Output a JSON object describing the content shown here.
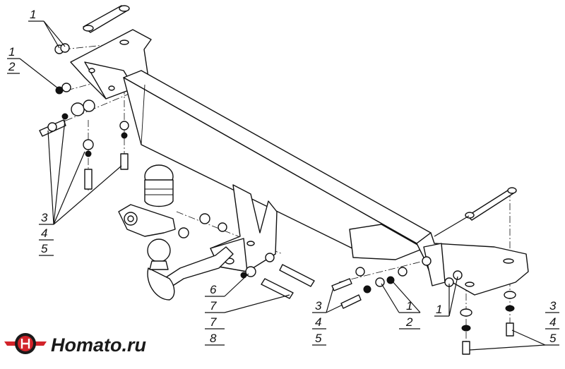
{
  "brand": {
    "name": "Homato.ru",
    "logo_colors": {
      "red": "#d2232a",
      "dark": "#1a1a1a"
    }
  },
  "callouts": {
    "tl_1": "1",
    "tl_1b": "1",
    "tl_2": "2",
    "left_3": "3",
    "left_4": "4",
    "left_5": "5",
    "mid_6": "6",
    "mid_7a": "7",
    "mid_7b": "7",
    "mid_8": "8",
    "rc_3": "3",
    "rc_4": "4",
    "rc_5": "5",
    "rc_1": "1",
    "rc_2": "2",
    "r_1": "1",
    "fr_3": "3",
    "fr_4": "4",
    "fr_5": "5"
  }
}
